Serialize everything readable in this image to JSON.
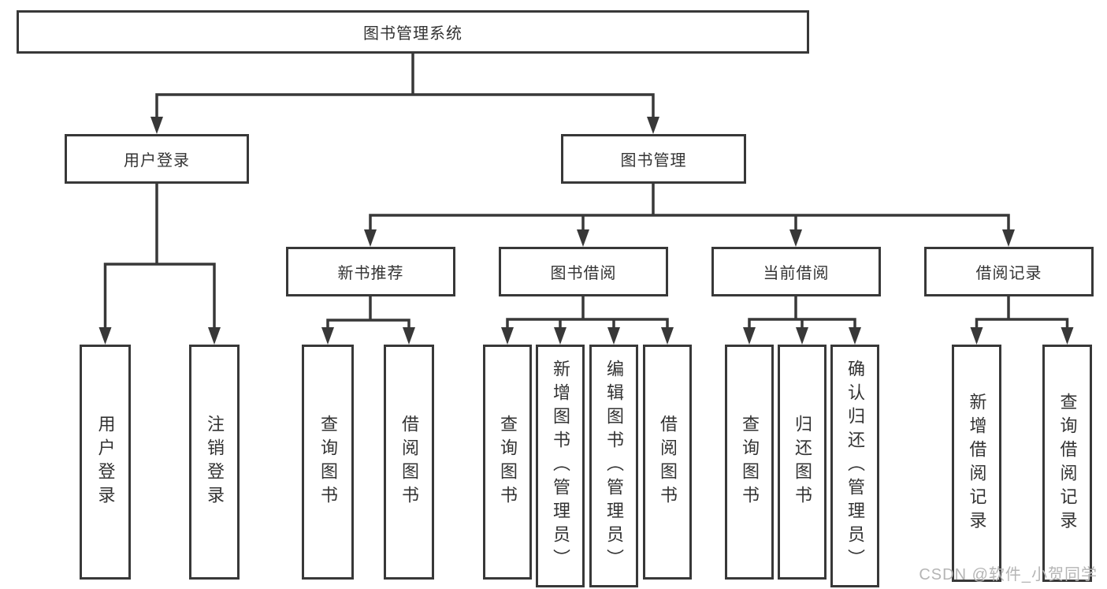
{
  "diagram_title": "图书管理系统",
  "tree": {
    "label": "图书管理系统",
    "children": [
      {
        "label": "用户登录",
        "children": [
          {
            "label": "用户登录"
          },
          {
            "label": "注销登录"
          }
        ]
      },
      {
        "label": "图书管理",
        "children": [
          {
            "label": "新书推荐",
            "children": [
              {
                "label": "查询图书"
              },
              {
                "label": "借阅图书"
              }
            ]
          },
          {
            "label": "图书借阅",
            "children": [
              {
                "label": "查询图书"
              },
              {
                "label": "新增图书（管理员）"
              },
              {
                "label": "编辑图书（管理员）"
              },
              {
                "label": "借阅图书"
              }
            ]
          },
          {
            "label": "当前借阅",
            "children": [
              {
                "label": "查询图书"
              },
              {
                "label": "归还图书"
              },
              {
                "label": "确认归还（管理员）"
              }
            ]
          },
          {
            "label": "借阅记录",
            "children": [
              {
                "label": "新增借阅记录"
              },
              {
                "label": "查询借阅记录"
              }
            ]
          }
        ]
      }
    ]
  },
  "watermark": "CSDN @软件_小贺同学",
  "colors": {
    "line": "#383838",
    "text": "#333333",
    "background": "#ffffff",
    "watermark": "#b5b5b5"
  }
}
